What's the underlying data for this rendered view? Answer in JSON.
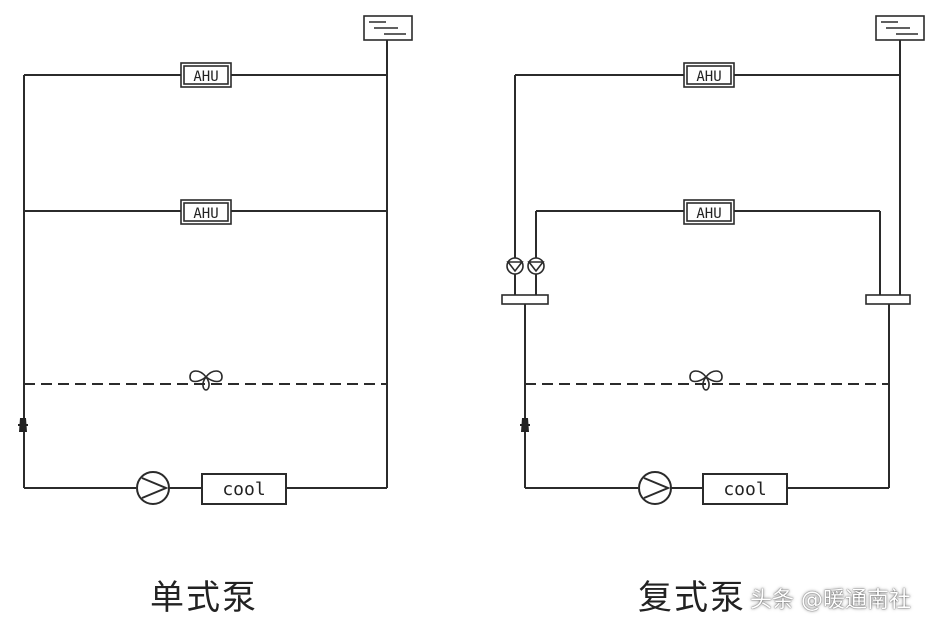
{
  "diagrams": [
    {
      "title": "单式泵",
      "ahu_top_label": "AHU",
      "ahu_mid_label": "AHU",
      "cooler_label": "cool"
    },
    {
      "title": "复式泵",
      "ahu_top_label": "AHU",
      "ahu_mid_label": "AHU",
      "cooler_label": "cool"
    }
  ],
  "watermark": "头条 @暖通南社"
}
